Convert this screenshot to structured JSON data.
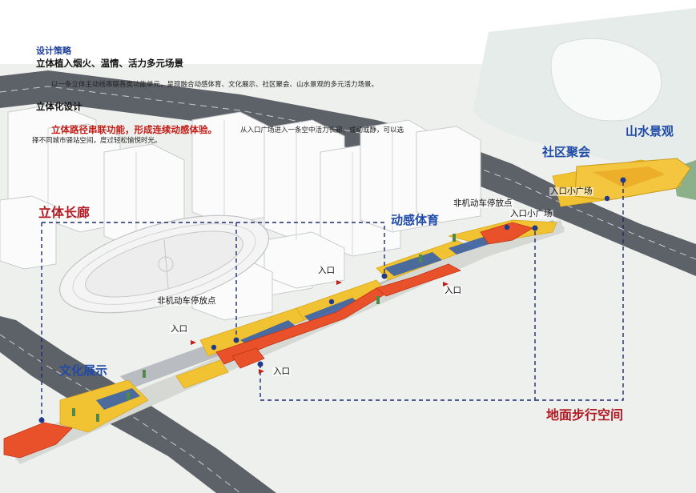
{
  "strategy": {
    "title": "设计策略",
    "subtitle": "立体植入烟火、温情、活力多元场景",
    "paragraph": "以一条立体主动线串联各类功能单元，呈现融合动感体育、文化展示、社区聚会、山水景观的多元活力场景。",
    "design_title": "立体化设计",
    "highlight": "立体路径串联功能，形成连续动感体验。",
    "tail_line1": "从入口广场进入一条空中活力长廊，或动或静，可以选",
    "tail_line2": "择不同城市驿站空间，度过轻松愉悦时光。"
  },
  "zones": {
    "corridor": "立体长廊",
    "sports": "动感体育",
    "community": "社区聚会",
    "landscape": "山水景观",
    "culture": "文化展示",
    "ground": "地面步行空间"
  },
  "labels": {
    "entrance": "入口",
    "bike_parking": "非机动车停放点",
    "small_plaza": "入口小广场"
  },
  "colors": {
    "accent_red": "#c41c16",
    "zone_red": "#b31b24",
    "title_blue": "#1c3f9a",
    "walkway_orange": "#e8512a",
    "walkway_yellow": "#f1c232",
    "deck_blue": "#3a62a8",
    "road_gray": "#5d6168",
    "dash_navy": "#1e2b6e"
  }
}
